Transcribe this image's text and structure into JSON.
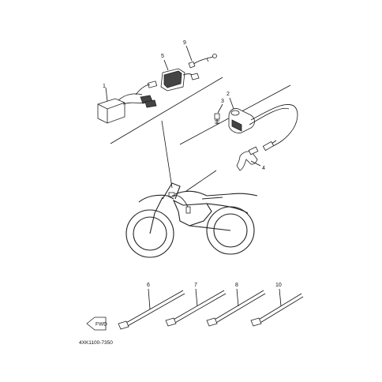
{
  "diagram_code": "4XK1100-7350",
  "fwd_label": "FWD",
  "callouts": {
    "p1": "1",
    "p2": "2",
    "p3": "3",
    "p4": "4",
    "p5": "5",
    "p6": "6",
    "p7": "7",
    "p8": "8",
    "p9": "9",
    "p10": "10"
  },
  "colors": {
    "line": "#111111",
    "fill": "#ffffff",
    "dark": "#444444"
  }
}
